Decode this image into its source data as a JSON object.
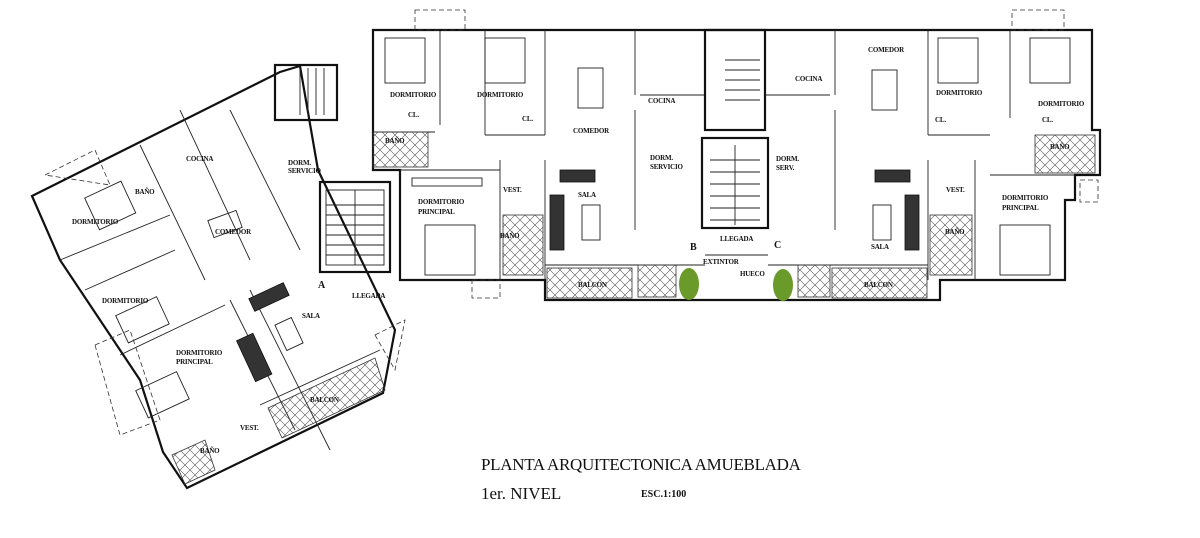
{
  "title": "PLANTA ARQUITECTONICA AMUEBLADA",
  "level": "1er. NIVEL",
  "scale": "ESC.1:100",
  "colors": {
    "walls": "#111111",
    "trees": "#6a9a2a",
    "background": "#ffffff"
  },
  "left_unit": {
    "cocina": "COCINA",
    "bano1": "BAÑO",
    "dormitorio1": "DORMITORIO",
    "comedor": "COMEDOR",
    "dorm_servicio_1": "DORM.",
    "dorm_servicio_2": "SERVICIO",
    "dormitorio2": "DORMITORIO",
    "dorm_principal_1": "DORMITORIO",
    "dorm_principal_2": "PRINCIPAL",
    "vest": "VEST.",
    "bano2": "BAÑO",
    "sala": "SALA",
    "balcon": "BALCON",
    "llegada": "LLEGADA",
    "door_mark": "A"
  },
  "center_unit": {
    "dormitorio1": "DORMITORIO",
    "dormitorio2": "DORMITORIO",
    "cl1": "CL.",
    "cl2": "CL.",
    "bano1": "BAÑO",
    "comedor": "COMEDOR",
    "cocina": "COCINA",
    "dorm_servicio_1": "DORM.",
    "dorm_servicio_2": "SERVICIO",
    "sala": "SALA",
    "vest": "VEST.",
    "dorm_principal_1": "DORMITORIO",
    "dorm_principal_2": "PRINCIPAL",
    "bano2": "BAÑO",
    "balcon": "BALCON",
    "door_mark": "B"
  },
  "core": {
    "llegada": "LLEGADA",
    "extintor": "EXTINTOR",
    "hueco": "HUECO"
  },
  "right_unit": {
    "cocina": "COCINA",
    "comedor": "COMEDOR",
    "dormitorio1": "DORMITORIO",
    "dormitorio2": "DORMITORIO",
    "cl1": "CL.",
    "cl2": "CL.",
    "bano1": "BAÑO",
    "dorm_serv_1": "DORM.",
    "dorm_serv_2": "SERV.",
    "sala": "SALA",
    "vest": "VEST.",
    "dorm_principal_1": "DORMITORIO",
    "dorm_principal_2": "PRINCIPAL",
    "bano2": "BAÑO",
    "balcon": "BALCON",
    "door_mark": "C"
  }
}
